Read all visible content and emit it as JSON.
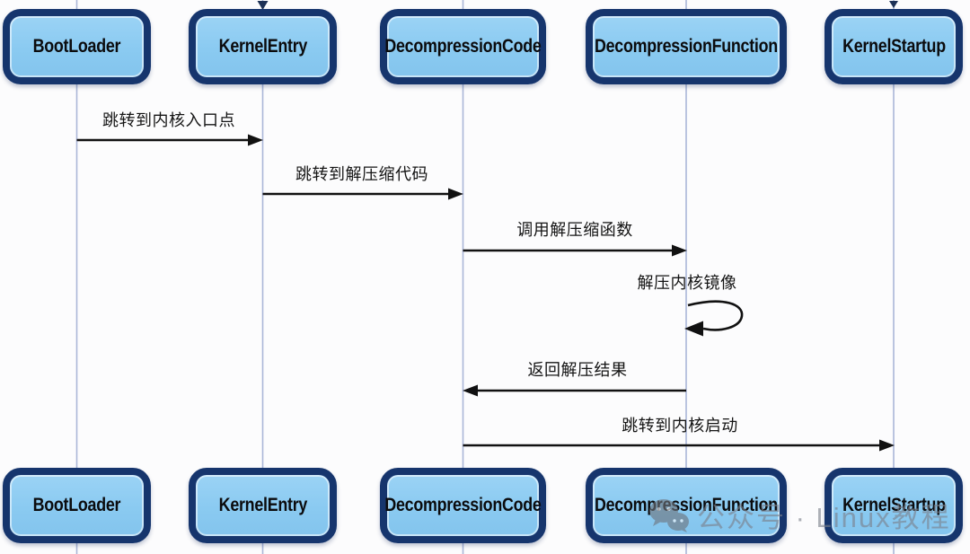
{
  "diagram": {
    "type": "uml-sequence",
    "actors": [
      {
        "name": "BootLoader"
      },
      {
        "name": "KernelEntry"
      },
      {
        "name": "DecompressionCode"
      },
      {
        "name": "DecompressionFunction"
      },
      {
        "name": "KernelStartup"
      }
    ],
    "messages": [
      {
        "label": "跳转到内核入口点",
        "from": "BootLoader",
        "to": "KernelEntry",
        "direction": "right"
      },
      {
        "label": "跳转到解压缩代码",
        "from": "KernelEntry",
        "to": "DecompressionCode",
        "direction": "right"
      },
      {
        "label": "调用解压缩函数",
        "from": "DecompressionCode",
        "to": "DecompressionFunction",
        "direction": "right"
      },
      {
        "label": "解压内核镜像",
        "from": "DecompressionFunction",
        "to": "DecompressionFunction",
        "direction": "self-loop"
      },
      {
        "label": "返回解压结果",
        "from": "DecompressionFunction",
        "to": "DecompressionCode",
        "direction": "left"
      },
      {
        "label": "跳转到内核启动",
        "from": "DecompressionCode",
        "to": "KernelStartup",
        "direction": "right"
      }
    ],
    "watermark": {
      "icon": "wechat-icon",
      "text": "公众号 · Linux教程"
    },
    "colors": {
      "box_fill": "#8acaf1",
      "box_border": "#16356d",
      "lifeline": "#aab6d8",
      "arrow": "#111111",
      "watermark": "#7a808a"
    }
  }
}
